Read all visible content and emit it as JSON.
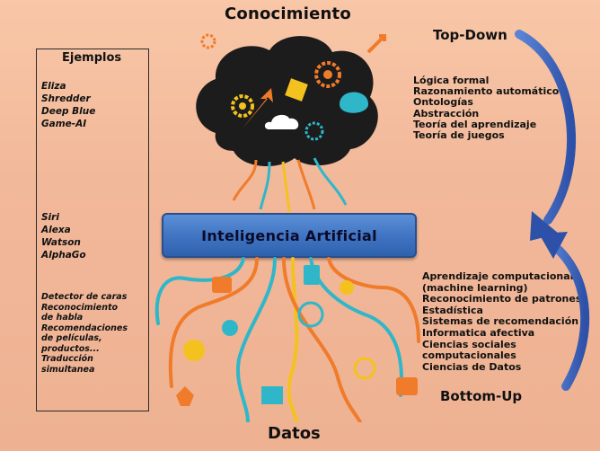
{
  "header": {
    "top_title": "Conocimiento",
    "bottom_title": "Datos"
  },
  "flow": {
    "top_down": "Top-Down",
    "bottom_up": "Bottom-Up"
  },
  "center": {
    "label": "Inteligencia Artificial"
  },
  "examples": {
    "title": "Ejemplos",
    "group1": [
      "Eliza",
      "Shredder",
      "Deep Blue",
      "Game-AI"
    ],
    "group2": [
      "Siri",
      "Alexa",
      "Watson",
      "AlphaGo"
    ],
    "group3": [
      "Detector de caras",
      "Reconocimiento",
      "de habla",
      "Recomendaciones",
      "de películas,",
      "productos...",
      "Traducción simultanea"
    ]
  },
  "top_list": [
    "Lógica formal",
    "Razonamiento automático",
    "Ontologías",
    "Abstracción",
    "Teoría del aprendizaje",
    "Teoría de juegos"
  ],
  "bottom_list": [
    "Aprendizaje computacional",
    "(machine learning)",
    "Reconocimiento de patrones",
    "Estadística",
    "Sistemas de recomendación",
    "Informatica afectiva",
    "Ciencias sociales",
    "computacionales",
    "Ciencias de Datos"
  ],
  "colors": {
    "background": "#f2b89a",
    "ai_box": "#3f73c1",
    "arrow": "#3a5fb8",
    "brain": "#1c1c1c",
    "accent_orange": "#f07b2a",
    "accent_teal": "#2fb7c9",
    "accent_yellow": "#f4c21f"
  }
}
